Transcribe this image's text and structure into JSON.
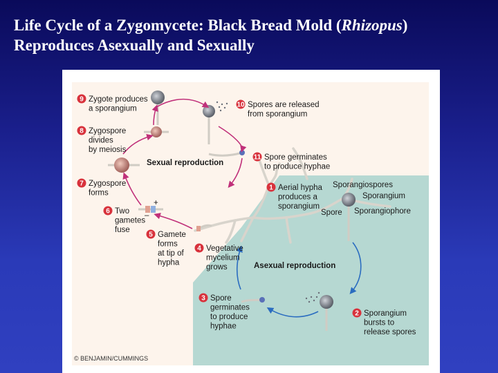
{
  "title": {
    "line1_before": "Life Cycle of a Zygomycete: Black Bread Mold (",
    "line1_italic": "Rhizopus",
    "line1_after": ")",
    "line2": "Reproduces Asexually and Sexually"
  },
  "diagram": {
    "sexual_label": "Sexual reproduction",
    "asexual_label": "Asexual reproduction",
    "steps": [
      {
        "num": "1",
        "lines": [
          "Aerial hypha",
          "produces a",
          "sporangium"
        ]
      },
      {
        "num": "2",
        "lines": [
          "Sporangium",
          "bursts to",
          "release spores"
        ]
      },
      {
        "num": "3",
        "lines": [
          "Spore",
          "germinates",
          "to produce",
          "hyphae"
        ]
      },
      {
        "num": "4",
        "lines": [
          "Vegetative",
          "mycelium",
          "grows"
        ]
      },
      {
        "num": "5",
        "lines": [
          "Gamete",
          "forms",
          "at tip of",
          "hypha"
        ]
      },
      {
        "num": "6",
        "lines": [
          "Two",
          "gametes",
          "fuse"
        ]
      },
      {
        "num": "7",
        "lines": [
          "Zygospore",
          "forms"
        ]
      },
      {
        "num": "8",
        "lines": [
          "Zygospore",
          "divides",
          "by meiosis"
        ]
      },
      {
        "num": "9",
        "lines": [
          "Zygote produces",
          "a sporangium"
        ]
      },
      {
        "num": "10",
        "lines": [
          "Spores are released",
          "from sporangium"
        ]
      },
      {
        "num": "11",
        "lines": [
          "Spore germinates",
          "to produce hyphae"
        ]
      }
    ],
    "structures": {
      "sporangiospores": "Sporangiospores",
      "sporangium": "Sporangium",
      "spore": "Spore",
      "sporangiophore": "Sporangiophore",
      "plus": "+",
      "minus": "–"
    },
    "colors": {
      "accent_red": "#d8323c",
      "arrow_magenta": "#c0307a",
      "arrow_blue": "#2a6cc0",
      "asexual_bg": "#b6d8d2",
      "sexual_bg": "#fdf4ec"
    },
    "copyright": "© BENJAMIN/CUMMINGS"
  }
}
